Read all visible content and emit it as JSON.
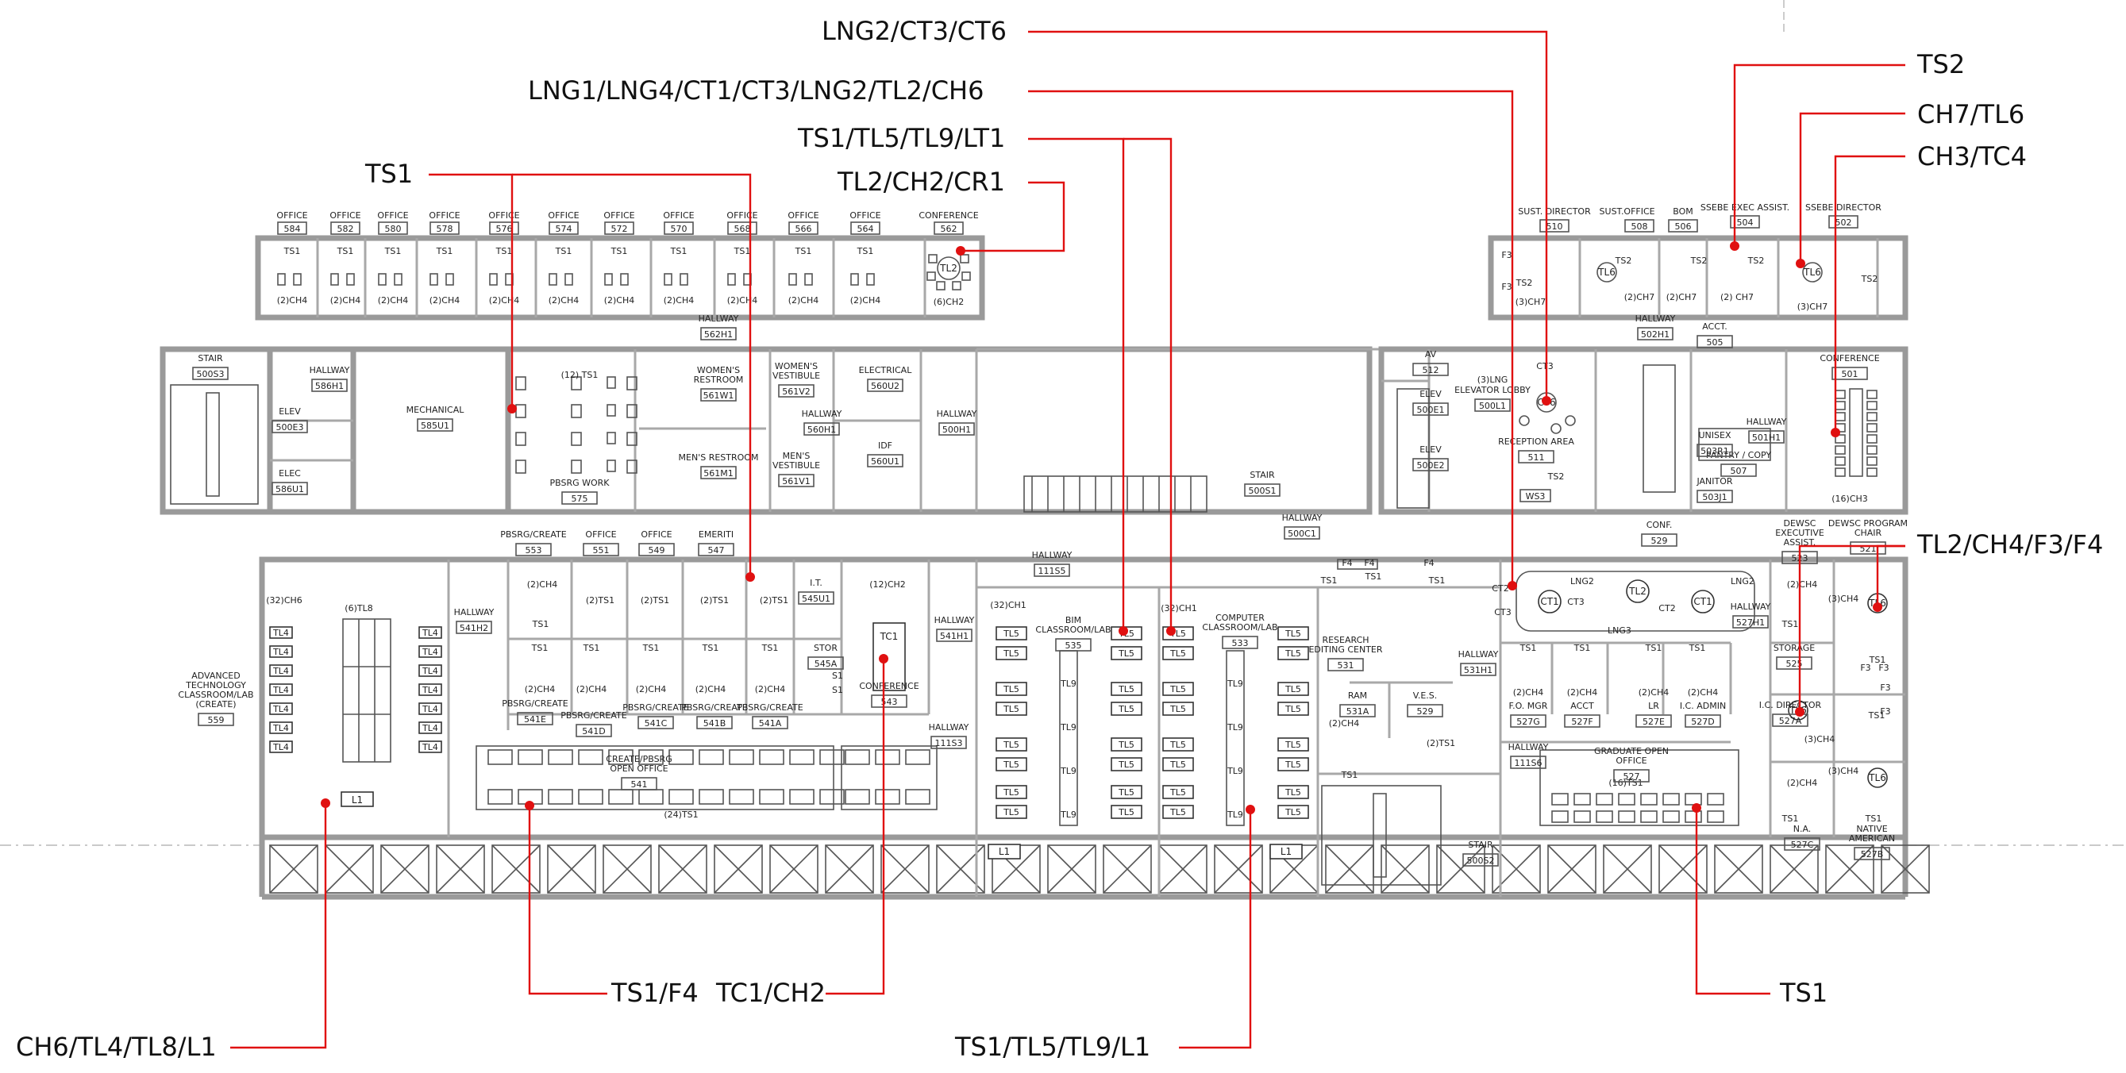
{
  "callouts": [
    {
      "id": "lng2ct3ct6",
      "text": "LNG2/CT3/CT6"
    },
    {
      "id": "lng1",
      "text": "LNG1/LNG4/CT1/CT3/LNG2/TL2/CH6"
    },
    {
      "id": "ts1tl5tl9lt1",
      "text": "TS1/TL5/TL9/LT1"
    },
    {
      "id": "tl2ch2cr1",
      "text": "TL2/CH2/CR1"
    },
    {
      "id": "ts1top",
      "text": "TS1"
    },
    {
      "id": "ts2",
      "text": "TS2"
    },
    {
      "id": "ch7tl6",
      "text": "CH7/TL6"
    },
    {
      "id": "ch3tc4",
      "text": "CH3/TC4"
    },
    {
      "id": "tl2ch4f3f4",
      "text": "TL2/CH4/F3/F4"
    },
    {
      "id": "ts1f4",
      "text": "TS1/F4"
    },
    {
      "id": "tc1ch2",
      "text": "TC1/CH2"
    },
    {
      "id": "ts1bottom",
      "text": "TS1"
    },
    {
      "id": "ch6tl4tl8l1",
      "text": "CH6/TL4/TL8/L1"
    },
    {
      "id": "ts1tl5tl9l1",
      "text": "TS1/TL5/TL9/L1"
    }
  ],
  "top_offices": [
    {
      "name": "OFFICE",
      "num": "584"
    },
    {
      "name": "OFFICE",
      "num": "582"
    },
    {
      "name": "OFFICE",
      "num": "580"
    },
    {
      "name": "OFFICE",
      "num": "578"
    },
    {
      "name": "OFFICE",
      "num": "576"
    },
    {
      "name": "OFFICE",
      "num": "574"
    },
    {
      "name": "OFFICE",
      "num": "572"
    },
    {
      "name": "OFFICE",
      "num": "570"
    },
    {
      "name": "OFFICE",
      "num": "568"
    },
    {
      "name": "OFFICE",
      "num": "566"
    },
    {
      "name": "OFFICE",
      "num": "564"
    },
    {
      "name": "CONFERENCE",
      "num": "562"
    }
  ],
  "top_office_furniture": {
    "ts": "TS1",
    "ch": "(2)CH4",
    "conf_ch": "(6)CH2",
    "conf_tl": "TL2"
  },
  "right_offices": [
    {
      "name": "SUST. DIRECTOR",
      "num": "510"
    },
    {
      "name": "SUST.",
      "num": ""
    },
    {
      "name": "OFFICE",
      "num": "508"
    },
    {
      "name": "BOM",
      "num": "506"
    },
    {
      "name": "SSEBE EXEC ASSIST.",
      "num": "504"
    },
    {
      "name": "SSEBE DIRECTOR",
      "num": "502"
    }
  ],
  "rooms": {
    "stair_w": {
      "name": "STAIR",
      "num": "500S3"
    },
    "hallway_586": {
      "name": "HALLWAY",
      "num": "586H1"
    },
    "elev_3": {
      "name": "ELEV",
      "num": "500E3"
    },
    "elec_586": {
      "name": "ELEC",
      "num": "586U1"
    },
    "mechanical": {
      "name": "MECHANICAL",
      "num": "585U1"
    },
    "pbsrg_work": {
      "name": "PBSRG WORK",
      "num": "575",
      "ts": "(12) TS1"
    },
    "hallway_562": {
      "name": "HALLWAY",
      "num": "562H1"
    },
    "womens": {
      "name": "WOMEN'S RESTROOM",
      "num": "561W1"
    },
    "womens_vest": {
      "name": "WOMEN'S VESTIBULE",
      "num": "561V2"
    },
    "mens": {
      "name": "MEN'S RESTROOM",
      "num": "561M1"
    },
    "mens_vest": {
      "name": "MEN'S VESTIBULE",
      "num": "561V1"
    },
    "hallway_560": {
      "name": "HALLWAY",
      "num": "560H1"
    },
    "electrical": {
      "name": "ELECTRICAL",
      "num": "560U2"
    },
    "idf": {
      "name": "IDF",
      "num": "560U1"
    },
    "hallway_500h": {
      "name": "HALLWAY",
      "num": "500H1"
    },
    "stair_500s1": {
      "name": "STAIR",
      "num": "500S1"
    },
    "hallway_500c": {
      "name": "HALLWAY",
      "num": "500C1"
    },
    "av": {
      "name": "AV",
      "num": "512"
    },
    "elev_1": {
      "name": "ELEV",
      "num": "500E1"
    },
    "elev_2": {
      "name": "ELEV",
      "num": "500E2"
    },
    "elev_lobby": {
      "name": "ELEVATOR LOBBY",
      "num": "500L1",
      "extra": "(3)LNG"
    },
    "reception": {
      "name": "RECEPTION AREA",
      "num": "511",
      "ws": "WS3",
      "ts": "TS2"
    },
    "hallway_502": {
      "name": "HALLWAY",
      "num": "502H1"
    },
    "acct_505": {
      "name": "ACCT.",
      "num": "505"
    },
    "pantry": {
      "name": "PANTRY / COPY",
      "num": "507"
    },
    "unisex": {
      "name": "UNISEX",
      "num": "503R1"
    },
    "janitor": {
      "name": "JANITOR",
      "num": "503J1"
    },
    "hallway_501": {
      "name": "HALLWAY",
      "num": "501H1"
    },
    "conference_501": {
      "name": "CONFERENCE",
      "num": "501",
      "ch": "(16)CH3"
    },
    "advanced": {
      "name": "ADVANCED TECHNOLOGY CLASSROOM/LAB (CREATE)",
      "num": "559",
      "ch": "(32)CH6",
      "tl8": "(6)TL8",
      "l1": "L1"
    },
    "hallway_541": {
      "name": "HALLWAY",
      "num": "541H2"
    },
    "pbsrg_create_553": {
      "name": "PBSRG/CREATE",
      "num": "553"
    },
    "office_551": {
      "name": "OFFICE",
      "num": "551"
    },
    "office_549": {
      "name": "OFFICE",
      "num": "549"
    },
    "emeriti": {
      "name": "EMERITI",
      "num": "547"
    },
    "it": {
      "name": "I.T.",
      "num": "545U1"
    },
    "stor": {
      "name": "STOR",
      "num": "545A"
    },
    "conference_543": {
      "name": "CONFERENCE",
      "num": "543",
      "ch": "(12)CH2",
      "tc": "TC1"
    },
    "create_open": {
      "name": "CREATE/PBSRG OPEN OFFICE",
      "num": "541",
      "ts": "(24)TS1"
    },
    "r541e": {
      "name": "PBSRG/CREATE",
      "num": "541E"
    },
    "r541d": {
      "name": "PBSRG/CREATE",
      "num": "541D"
    },
    "r541c": {
      "name": "PBSRG/CREATE",
      "num": "541C"
    },
    "r541b": {
      "name": "PBSRG/CREATE",
      "num": "541B"
    },
    "r541a": {
      "name": "PBSRG/CREATE",
      "num": "541A"
    },
    "hallway_111s5": {
      "name": "HALLWAY",
      "num": "111S5"
    },
    "hallway_541h1": {
      "name": "HALLWAY",
      "num": "541H1"
    },
    "hallway_111s3": {
      "name": "HALLWAY",
      "num": "111S3"
    },
    "bim": {
      "name": "BIM CLASSROOM/LAB",
      "num": "535",
      "ch": "(32)CH1"
    },
    "computer": {
      "name": "COMPUTER CLASSROOM/LAB",
      "num": "533",
      "ch": "(32)CH1"
    },
    "research": {
      "name": "RESEARCH EDITING CENTER",
      "num": "531"
    },
    "ram": {
      "name": "RAM",
      "num": "531A"
    },
    "ves": {
      "name": "V.E.S.",
      "num": "529"
    },
    "hallway_531": {
      "name": "HALLWAY",
      "num": "531H1"
    },
    "stair_500s2": {
      "name": "STAIR",
      "num": "500S2"
    },
    "conf_529": {
      "name": "CONF.",
      "num": "529"
    },
    "hallway_527": {
      "name": "HALLWAY",
      "num": "527H1"
    },
    "fo_mgr": {
      "name": "F.O. MGR",
      "num": "527G"
    },
    "acct_527f": {
      "name": "ACCT",
      "num": "527F"
    },
    "lr": {
      "name": "LR",
      "num": "527E"
    },
    "ic_admin": {
      "name": "I.C. ADMIN",
      "num": "527D"
    },
    "ic_director": {
      "name": "I.C. DIRECTOR",
      "num": "527A"
    },
    "storage": {
      "name": "STORAGE",
      "num": "525"
    },
    "graduate": {
      "name": "GRADUATE OPEN OFFICE",
      "num": "527",
      "ts": "(16)TS1"
    },
    "hallway_111s6": {
      "name": "HALLWAY",
      "num": "111S6"
    },
    "dewsc_exec": {
      "name": "DEWSC EXECUTIVE ASSIST.",
      "num": "523"
    },
    "dewsc_chair": {
      "name": "DEWSC PROGRAM CHAIR",
      "num": "521"
    },
    "na": {
      "name": "N.A.",
      "num": "527C"
    },
    "native": {
      "name": "NATIVE AMERICAN",
      "num": "527B"
    }
  }
}
